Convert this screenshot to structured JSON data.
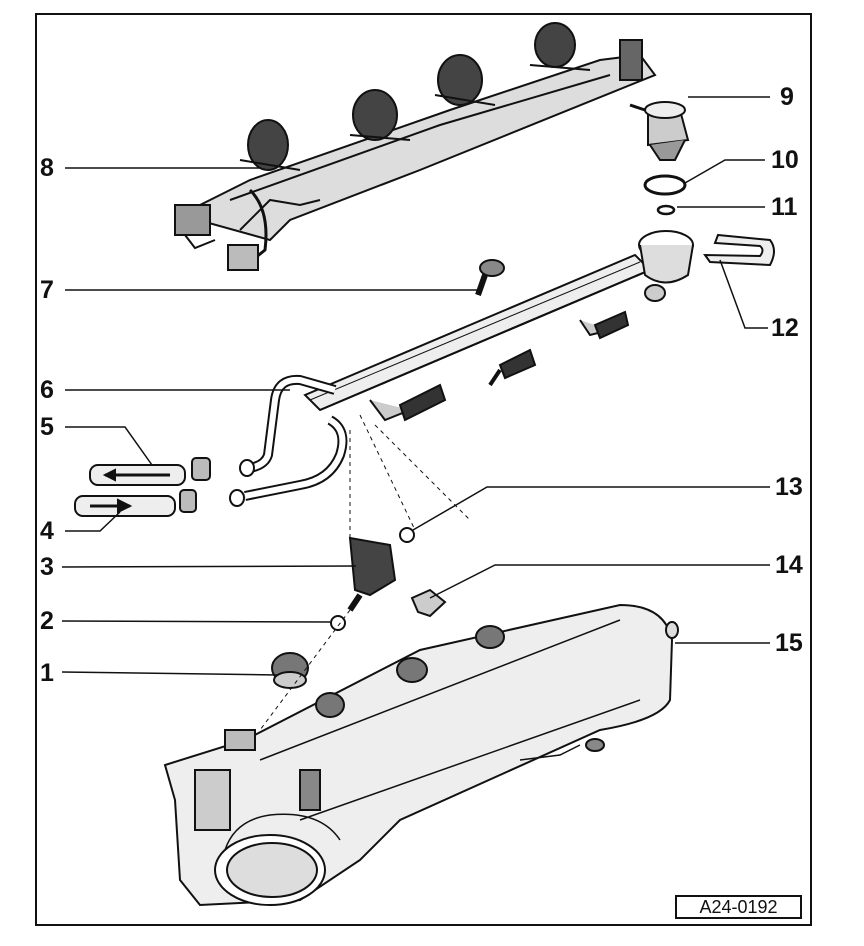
{
  "diagram": {
    "colors": {
      "ink": "#111111",
      "fill_light": "#eeeeee",
      "fill_mid": "#bbbbbb",
      "fill_dark": "#555555"
    },
    "callouts": [
      {
        "id": "c1",
        "label": "1"
      },
      {
        "id": "c2",
        "label": "2"
      },
      {
        "id": "c3",
        "label": "3"
      },
      {
        "id": "c4",
        "label": "4"
      },
      {
        "id": "c5",
        "label": "5"
      },
      {
        "id": "c6",
        "label": "6"
      },
      {
        "id": "c7",
        "label": "7"
      },
      {
        "id": "c8",
        "label": "8"
      },
      {
        "id": "c9",
        "label": "9"
      },
      {
        "id": "c10",
        "label": "10"
      },
      {
        "id": "c11",
        "label": "11"
      },
      {
        "id": "c12",
        "label": "12"
      },
      {
        "id": "c13",
        "label": "13"
      },
      {
        "id": "c14",
        "label": "14"
      },
      {
        "id": "c15",
        "label": "15"
      }
    ],
    "reference_code": "A24-0192"
  }
}
